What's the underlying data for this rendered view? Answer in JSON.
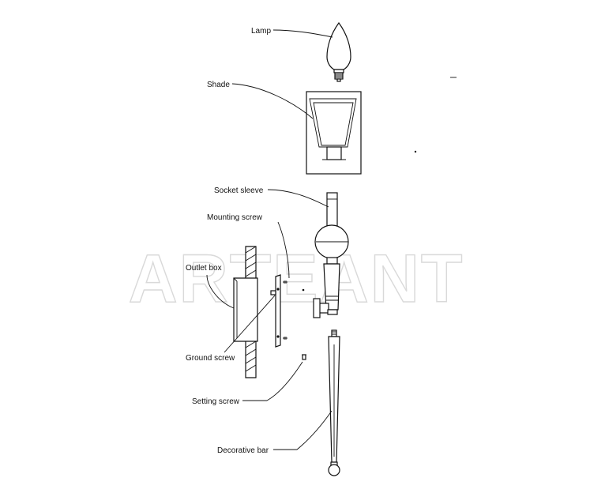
{
  "labels": {
    "lamp": "Lamp",
    "shade": "Shade",
    "socket_sleeve": "Socket sleeve",
    "mounting_screw": "Mounting screw",
    "outlet_box": "Outlet box",
    "ground_screw": "Ground screw",
    "setting_screw": "Setting screw",
    "decorative_bar": "Decorative bar"
  },
  "watermark": "ARTEANT",
  "colors": {
    "line": "#111111",
    "watermark": "#d9d9d9",
    "background": "#ffffff"
  }
}
